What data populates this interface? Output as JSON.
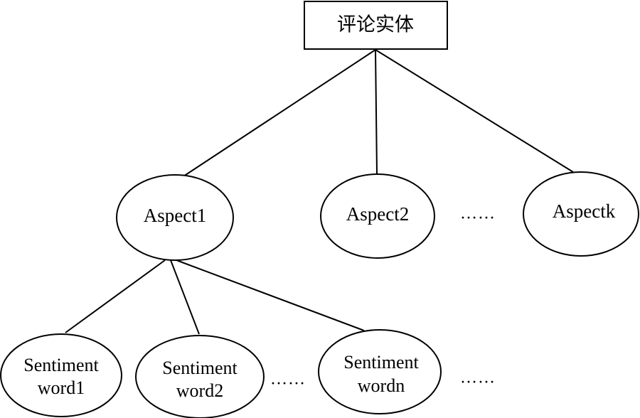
{
  "root": {
    "label": "评论实体"
  },
  "aspects": [
    {
      "label": "Aspect1"
    },
    {
      "label": "Aspect2"
    },
    {
      "label": "Aspectk"
    }
  ],
  "aspect_ellipsis": "……",
  "sentiment_words": [
    {
      "line1": "Sentiment",
      "line2": "word1"
    },
    {
      "line1": "Sentiment",
      "line2": "word2"
    },
    {
      "line1": "Sentiment",
      "line2": "wordn"
    }
  ],
  "word_ellipsis_1": "……",
  "word_ellipsis_2": "……",
  "colors": {
    "stroke": "#000000",
    "fill": "#ffffff",
    "text": "#000000"
  }
}
